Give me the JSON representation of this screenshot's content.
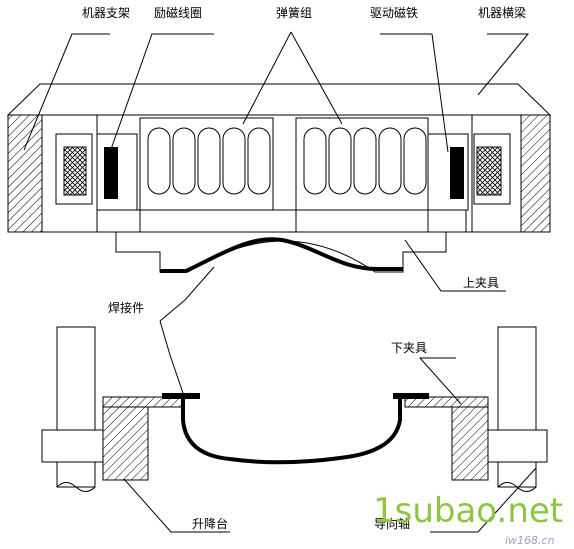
{
  "labels": {
    "frame_support": "机器支架",
    "excitation_coil": "励磁线圈",
    "spring_group": "弹簧组",
    "drive_magnet": "驱动磁铁",
    "machine_beam": "机器横梁",
    "upper_clamp": "上夹具",
    "weldment": "焊接件",
    "lower_clamp": "下夹具",
    "lift_table": "升降台",
    "guide_shaft": "导向轴"
  },
  "watermark": {
    "main": "1subao.net",
    "sub": "iw168.cn"
  },
  "colors": {
    "line": "#000000",
    "watermark_main": "#8cc63f",
    "watermark_sub": "#9aa3c8"
  }
}
